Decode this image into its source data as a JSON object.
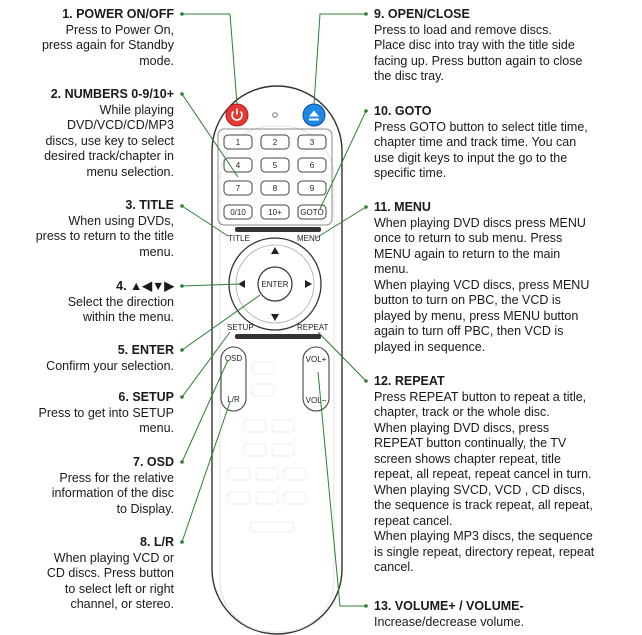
{
  "accent_color": "#2e7d32",
  "left_labels": [
    {
      "title": "1. POWER ON/OFF",
      "text": "Press to Power On,\npress again for Standby\nmode."
    },
    {
      "title": "2. NUMBERS 0-9/10+",
      "text": "While playing\nDVD/VCD/CD/MP3\ndiscs, use key to select\ndesired track/chapter in\nmenu selection."
    },
    {
      "title": "3. TITLE",
      "text": "When using DVDs,\npress to return to the title\nmenu."
    },
    {
      "title": "4. ▲◀▼▶",
      "text": "Select the direction\nwithin the menu."
    },
    {
      "title": "5. ENTER",
      "text": "Confirm your selection."
    },
    {
      "title": "6. SETUP",
      "text": "Press to get into SETUP\nmenu."
    },
    {
      "title": "7. OSD",
      "text": "Press for the relative\ninformation of the disc\nto Display."
    },
    {
      "title": "8. L/R",
      "text": "When playing VCD or\nCD discs. Press  button\nto select left or right\nchannel, or stereo."
    }
  ],
  "right_labels": [
    {
      "title": "9. OPEN/CLOSE",
      "text": "Press to load and remove discs.\nPlace disc into tray with the title side\nfacing up. Press button again to close\nthe disc tray."
    },
    {
      "title": "10. GOTO",
      "text": "Press GOTO button to select title time,\nchapter time and track time. You  can\nuse digit keys to input the go to the\nspecific time."
    },
    {
      "title": "11. MENU",
      "text": "When playing DVD discs press MENU\nonce to return to sub menu. Press\nMENU again to return to the main\nmenu.\nWhen playing VCD discs, press MENU\nbutton to turn on PBC, the VCD is\nplayed by menu, press MENU button\nagain to turn off PBC, then VCD is\nplayed in sequence."
    },
    {
      "title": "12. REPEAT",
      "text": "Press REPEAT button to repeat a title,\nchapter, track or the whole disc.\nWhen playing DVD discs, press\nREPEAT button continually, the TV\nscreen shows chapter repeat, title\nrepeat, all repeat, repeat cancel in turn.\nWhen playing SVCD, VCD , CD discs,\nthe sequence is track repeat, all repeat,\nrepeat cancel.\nWhen playing MP3 discs, the sequence\nis single repeat, directory repeat, repeat\ncancel."
    },
    {
      "title": "13. VOLUME+ / VOLUME-",
      "text": "Increase/decrease volume."
    }
  ],
  "remote": {
    "keys": [
      "1",
      "2",
      "3",
      "4",
      "5",
      "6",
      "7",
      "8",
      "9",
      "0/10",
      "10+",
      "GOTO"
    ],
    "title_label": "TITLE",
    "menu_label": "MENU",
    "enter_label": "ENTER",
    "setup_label": "SETUP",
    "repeat_label": "REPEAT",
    "osd_label": "OSD",
    "lr_label": "L/R",
    "volplus_label": "VOL+",
    "volminus_label": "VOL−"
  }
}
